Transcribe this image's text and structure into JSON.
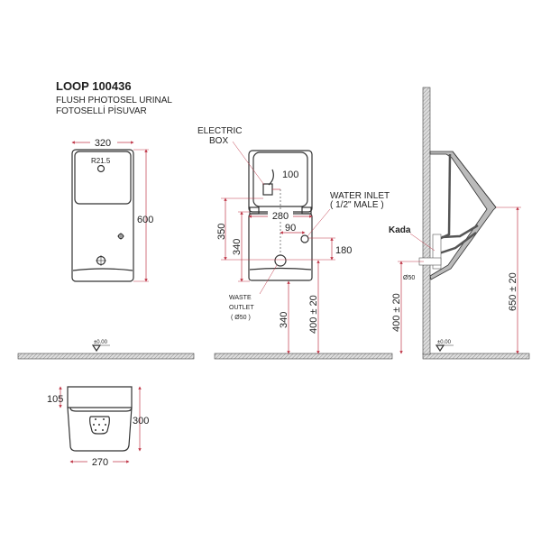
{
  "header": {
    "title": "LOOP 100436",
    "subtitle_en": "FLUSH PHOTOSEL URINAL",
    "subtitle_tr": "FOTOSELLİ PİSUVAR"
  },
  "front_view": {
    "width": "320",
    "height": "600",
    "radius": "R21.5"
  },
  "rear_view": {
    "electric_box_1": "ELECTRIC",
    "electric_box_2": "BOX",
    "d100": "100",
    "d280": "280",
    "d90": "90",
    "d350": "350",
    "d340": "340",
    "d180": "180",
    "water_inlet_1": "WATER INLET",
    "water_inlet_2": "( 1/2\" MALE )",
    "waste_1": "WASTE",
    "waste_2": "OUTLET",
    "waste_3": "( Ø50 )",
    "d340_floor": "340",
    "d400": "400 ± 20"
  },
  "side_view": {
    "kada": "Kada",
    "d50": "Ø50",
    "d400": "400 ± 20",
    "d650": "650 ± 20"
  },
  "floor_level": "±0.00",
  "top_view": {
    "d105": "105",
    "d300": "300",
    "d270": "270"
  },
  "colors": {
    "dimension": "#c0394a",
    "outline": "#333333"
  }
}
